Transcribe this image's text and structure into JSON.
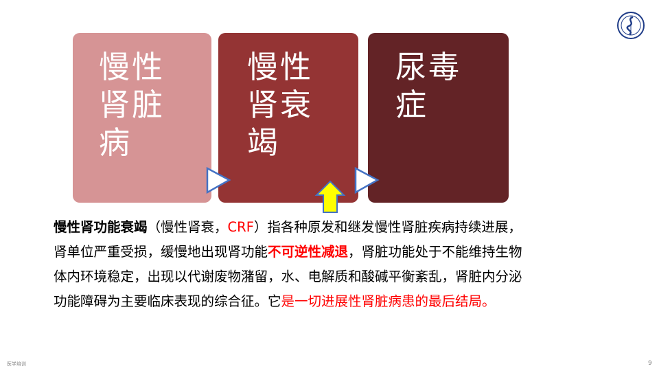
{
  "cards": [
    {
      "lines": [
        "慢性",
        "肾脏",
        "病"
      ],
      "color": "#d69495"
    },
    {
      "lines": [
        "慢性",
        "肾衰",
        "竭"
      ],
      "color": "#943434"
    },
    {
      "lines": [
        "尿毒",
        "症"
      ],
      "color": "#632326"
    }
  ],
  "paragraph": {
    "line1_term": "慢性肾功能衰竭",
    "line1_paren_open": "（慢性肾衰，",
    "line1_crf": "CRF",
    "line1_rest": "）指各种原发和继发慢性肾脏疾病持续进展，",
    "line2_a": "肾单位严重受损，缓慢地出现肾功能",
    "line2_emph": "不可逆性减退",
    "line2_b": "，肾脏功能处于不能维持生物",
    "line3": "体内环境稳定，出现以代谢废物潴留，水、电解质和酸碱平衡紊乱，肾脏内分泌",
    "line4_a": "功能障碍为主要临床表现的综合征。它",
    "line4_red": "是一切进展性肾脏病患的最后结局。"
  },
  "footer": {
    "left": "医学培训",
    "page_number": "9"
  },
  "icons": {
    "logo": "hospital-logo-icon",
    "right_arrow": "right-triangle-arrow-icon",
    "up_arrow": "yellow-up-arrow-icon"
  },
  "colors": {
    "arrow_outline": "#4472c4",
    "arrow_fill": "#ffffff",
    "up_arrow_fill": "#ffff00",
    "emphasis_red": "#ff0000"
  }
}
